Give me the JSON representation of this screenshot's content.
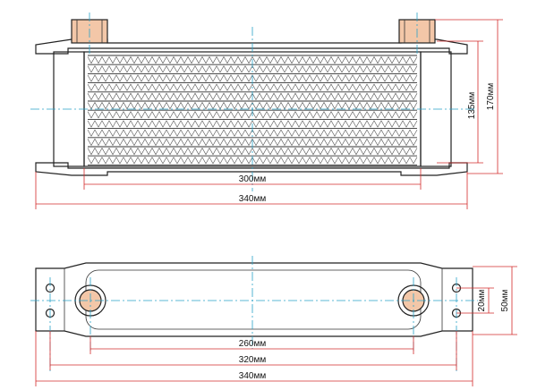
{
  "colors": {
    "outline": "#222222",
    "dimension": "#d32b2b",
    "centerline": "#2aa3c9",
    "fin": "#555555",
    "port": "#f3c7a8"
  },
  "front_view": {
    "dim_width_core": "300мм",
    "dim_width_total": "340мм",
    "dim_height_core": "135мм",
    "dim_height_total": "170мм"
  },
  "top_view": {
    "dim_port_spacing": "260мм",
    "dim_mount_spacing": "320мм",
    "dim_width_total": "340мм",
    "dim_hole_spacing": "20мм",
    "dim_depth": "50мм"
  }
}
